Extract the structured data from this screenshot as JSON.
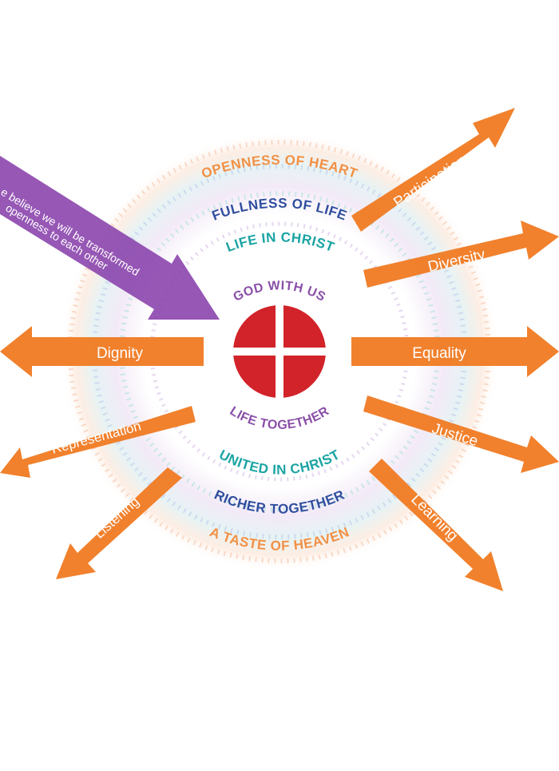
{
  "diagram": {
    "purple_arrow_text": [
      "e believe we will be transformed",
      "openness to each other"
    ],
    "rings": {
      "outer_top": {
        "text": "OPENNESS OF HEART",
        "color": "#f29044"
      },
      "outer_bottom": {
        "text": "A TASTE OF HEAVEN",
        "color": "#f29044"
      },
      "second_top": {
        "text": "FULLNESS OF LIFE",
        "color": "#2f4e9e"
      },
      "second_bottom": {
        "text": "RICHER TOGETHER",
        "color": "#2f4e9e"
      },
      "third_top": {
        "text": "LIFE IN CHRIST",
        "color": "#1ba3a3"
      },
      "third_bottom": {
        "text": "UNITED IN CHRIST",
        "color": "#1ba3a3"
      },
      "inner_top": {
        "text": "GOD WITH US",
        "color": "#8a4fa8"
      },
      "inner_bottom": {
        "text": "LIFE TOGETHER",
        "color": "#8a4fa8"
      }
    },
    "arrows": {
      "participation": "Participation",
      "diversity": "Diversity",
      "equality": "Equality",
      "justice": "Justice",
      "learning": "Learning",
      "dignity": "Dignity",
      "representation": "Representation",
      "listening": "Listening"
    },
    "colors": {
      "arrow": "#f07a22",
      "purple": "#8b45ad",
      "logo_red": "#d2232a"
    }
  }
}
